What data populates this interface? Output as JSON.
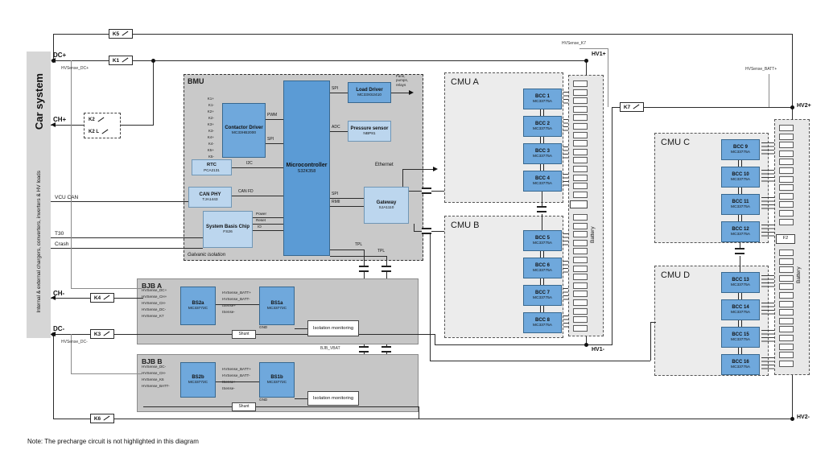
{
  "note": "Note: The precharge circuit is not highlighted in this diagram",
  "car_system": {
    "title": "Car system",
    "subtitle": "Internal & external chargers, converters, inverters & HV loads"
  },
  "terminals": {
    "dc_plus": "DC+",
    "ch_plus": "CH+",
    "ch_minus": "CH-",
    "dc_minus": "DC-",
    "hv1_plus": "HV1+",
    "hv1_minus": "HV1-",
    "hv2_plus": "HV2+",
    "hv2_minus": "HV2-"
  },
  "contactors": {
    "k1": "K1",
    "k2_rows": [
      "K2",
      "K2 L"
    ],
    "k3": "K3",
    "k4": "K4",
    "k5": "K5",
    "k6": "K6",
    "k7": "K7"
  },
  "sense_labels": {
    "dc_plus": "HVSense_DC+",
    "dc_minus": "HVSense_DC-",
    "k7": "HVSense_K7",
    "batt_plus": "HVSense_BATT+",
    "bjb_vbat": "BJB_VBAT"
  },
  "bmu": {
    "title": "BMU",
    "galvanic_isolation": "Galvanic isolation",
    "contactor_driver": {
      "name": "Contactor Driver",
      "part": "MC33HB2000",
      "pins": [
        "K1+",
        "K1-",
        "K2+",
        "K2-",
        "K3+",
        "K3-",
        "K4+",
        "K4-",
        "K5+",
        "K5-"
      ]
    },
    "rtc": {
      "name": "RTC",
      "part": "PCA2131"
    },
    "can_phy": {
      "name": "CAN PHY",
      "part": "TJA1443"
    },
    "sbc": {
      "name": "System Basis Chip",
      "part": "FS26"
    },
    "mcu": {
      "name": "Microcontroller",
      "part": "S32K358"
    },
    "load_driver": {
      "name": "Load Driver",
      "part": "MC33XS2410"
    },
    "load_targets": [
      "Fans,",
      "pumps,",
      "relays"
    ],
    "pressure": {
      "name": "Pressure sensor",
      "part": "NBP81"
    },
    "gateway": {
      "name": "Gateway",
      "part": "SJA1110"
    },
    "inputs": {
      "vcu_can": "VCU CAN",
      "t30": "T30",
      "crash": "Crash"
    },
    "buses": {
      "pwm": "PWM",
      "spi": "SPI",
      "i2c": "I2C",
      "can_fd": "CAN FD",
      "power": "Power",
      "reset": "Reset",
      "io": "IO",
      "adc": "ADC",
      "rmii": "RMII",
      "ethernet": "Ethernet",
      "tpl": "TPL"
    }
  },
  "bjb_a": {
    "title": "BJB A",
    "bs2": {
      "name": "BS2a",
      "part": "MC33772C",
      "pins": [
        "HVSense_DC+",
        "HVSense_CH+",
        "HVSense_CH-",
        "HVSense_DC-",
        "HVSense_K7"
      ]
    },
    "bs1": {
      "name": "BS1a",
      "part": "MC33772C",
      "pins": [
        "HVSense_BATT+",
        "HVSense_BATT-",
        "ISense+",
        "ISense-"
      ]
    },
    "isolation": "Isolation monitoring",
    "shunt": "Shunt",
    "gnd": "GND"
  },
  "bjb_b": {
    "title": "BJB B",
    "bs2": {
      "name": "BS2b",
      "part": "MC33772C",
      "pins": [
        "HVSense_DC-",
        "HVSense_CH-",
        "HVSense_K6",
        "HVSense_BATT-"
      ]
    },
    "bs1": {
      "name": "BS1b",
      "part": "MC33772C",
      "pins": [
        "HVSense_BATT+",
        "HVSense_BATT-",
        "ISense+",
        "ISense-"
      ]
    },
    "isolation": "Isolation monitoring",
    "shunt": "Shunt",
    "gnd": "GND"
  },
  "cmu_a": {
    "title": "CMU A",
    "bccs": [
      {
        "name": "BCC 1",
        "part": "MC33775A"
      },
      {
        "name": "BCC 2",
        "part": "MC33775A"
      },
      {
        "name": "BCC 3",
        "part": "MC33775A"
      },
      {
        "name": "BCC 4",
        "part": "MC33775A"
      }
    ]
  },
  "cmu_b": {
    "title": "CMU B",
    "bccs": [
      {
        "name": "BCC 5",
        "part": "MC33775A"
      },
      {
        "name": "BCC 6",
        "part": "MC33775A"
      },
      {
        "name": "BCC 7",
        "part": "MC33775A"
      },
      {
        "name": "BCC 8",
        "part": "MC33775A"
      }
    ]
  },
  "cmu_c": {
    "title": "CMU C",
    "bccs": [
      {
        "name": "BCC 9",
        "part": "MC33775A"
      },
      {
        "name": "BCC 10",
        "part": "MC33775A"
      },
      {
        "name": "BCC 11",
        "part": "MC33775A"
      },
      {
        "name": "BCC 12",
        "part": "MC33775A"
      }
    ]
  },
  "cmu_d": {
    "title": "CMU D",
    "bccs": [
      {
        "name": "BCC 13",
        "part": "MC33775A"
      },
      {
        "name": "BCC 14",
        "part": "MC33775A"
      },
      {
        "name": "BCC 15",
        "part": "MC33775A"
      },
      {
        "name": "BCC 16",
        "part": "MC33775A"
      }
    ]
  },
  "battery_1": {
    "label": "Battery"
  },
  "battery_2": {
    "label": "Battery",
    "fuse": "F2"
  }
}
